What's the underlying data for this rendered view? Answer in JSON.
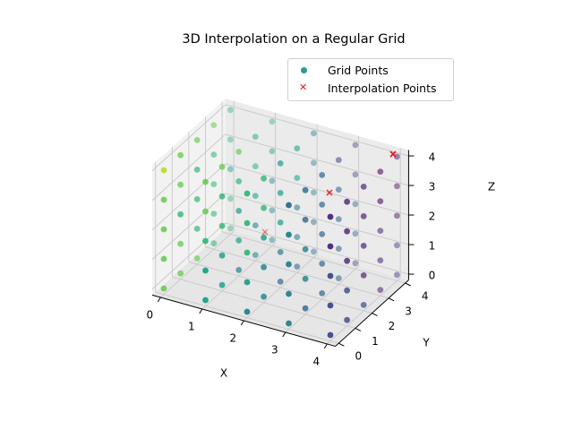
{
  "chart_data": {
    "type": "scatter",
    "title": "3D Interpolation on a Regular Grid",
    "xlabel": "X",
    "ylabel": "Y",
    "zlabel": "Z",
    "xlim": [
      0,
      4
    ],
    "ylim": [
      0,
      4
    ],
    "zlim": [
      0,
      4
    ],
    "x_ticks": [
      "0",
      "1",
      "2",
      "3",
      "4"
    ],
    "y_ticks": [
      "0",
      "1",
      "2",
      "3",
      "4"
    ],
    "z_ticks": [
      "0",
      "1",
      "2",
      "3",
      "4"
    ],
    "grid": true,
    "colormap": "viridis",
    "legend_position": "upper right",
    "series": [
      {
        "name": "Grid Points",
        "marker": "o",
        "color": "#2a9a8c",
        "description": "5x5x5 regular grid of points (0..4 on each axis), colored by value with viridis colormap; yellow at low X/Y, purple at high X"
      },
      {
        "name": "Interpolation Points",
        "marker": "x",
        "color": "#e41a1c",
        "count": 3
      }
    ]
  },
  "legend": {
    "items": [
      {
        "label": "Grid Points",
        "symbol": "circle",
        "color": "#2a9a8c"
      },
      {
        "label": "Interpolation Points",
        "symbol": "x",
        "color": "#e41a1c"
      }
    ]
  }
}
